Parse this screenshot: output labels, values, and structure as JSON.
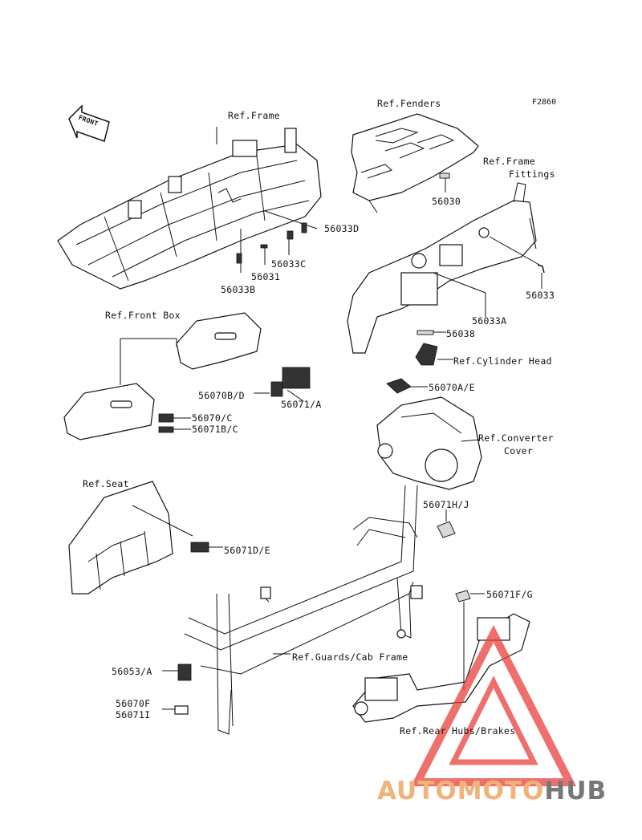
{
  "figure_code": "F2860",
  "front_badge": "FRONT",
  "refs": {
    "frame": "Ref.Frame",
    "fenders": "Ref.Fenders",
    "frame_fittings_1": "Ref.Frame",
    "frame_fittings_2": "Fittings",
    "front_box": "Ref.Front Box",
    "cylinder_head": "Ref.Cylinder Head",
    "converter_cover_1": "Ref.Converter",
    "converter_cover_2": "Cover",
    "seat": "Ref.Seat",
    "guards_cab_frame": "Ref.Guards/Cab Frame",
    "rear_hubs_brakes": "Ref.Rear Hubs/Brakes"
  },
  "parts": {
    "p56033D": "56033D",
    "p56033C": "56033C",
    "p56031": "56031",
    "p56033B": "56033B",
    "p56030": "56030",
    "p56033": "56033",
    "p56033A": "56033A",
    "p56038": "56038",
    "p56070AE": "56070A/E",
    "p56070BD": "56070B/D",
    "p56071A": "56071/A",
    "p56070C": "56070/C",
    "p56071BC": "56071B/C",
    "p56071HJ": "56071H/J",
    "p56071DE": "56071D/E",
    "p56071FG": "56071F/G",
    "p56053A": "56053/A",
    "p56070F": "56070F",
    "p56071I": "56071I"
  },
  "watermark": {
    "part1": "AUTOMOTO",
    "part2": "HUB",
    "color_accent": "#f2b27a",
    "color_dark": "#777777",
    "triangle_color": "#e8413c"
  }
}
